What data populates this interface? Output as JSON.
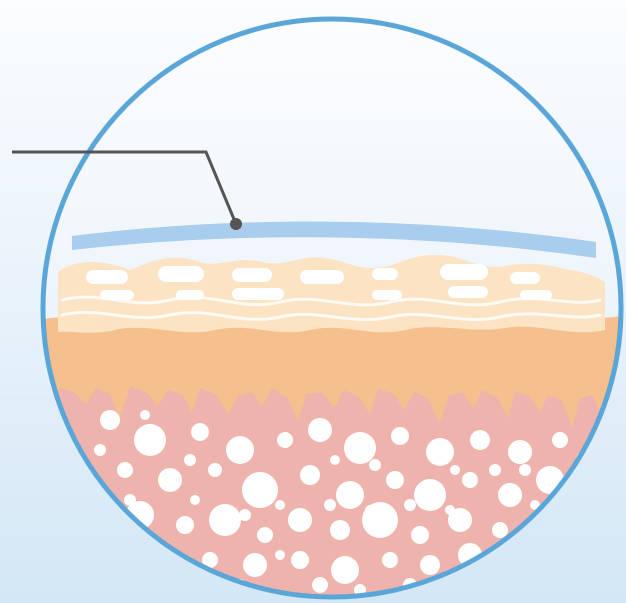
{
  "diagram": {
    "subject": "skin-cross-section",
    "layers": [
      {
        "id": "film",
        "color": "#a9cdec"
      },
      {
        "id": "epidermis-top",
        "color": "#fbe3c4"
      },
      {
        "id": "epidermis-mid",
        "color": "#f5c08d"
      },
      {
        "id": "dermis",
        "color": "#efb3ad"
      }
    ],
    "ring_color": "#5aa6d8",
    "leader_color": "#555555",
    "background_colors": [
      "#fbfdff",
      "#d3e7f6"
    ]
  }
}
